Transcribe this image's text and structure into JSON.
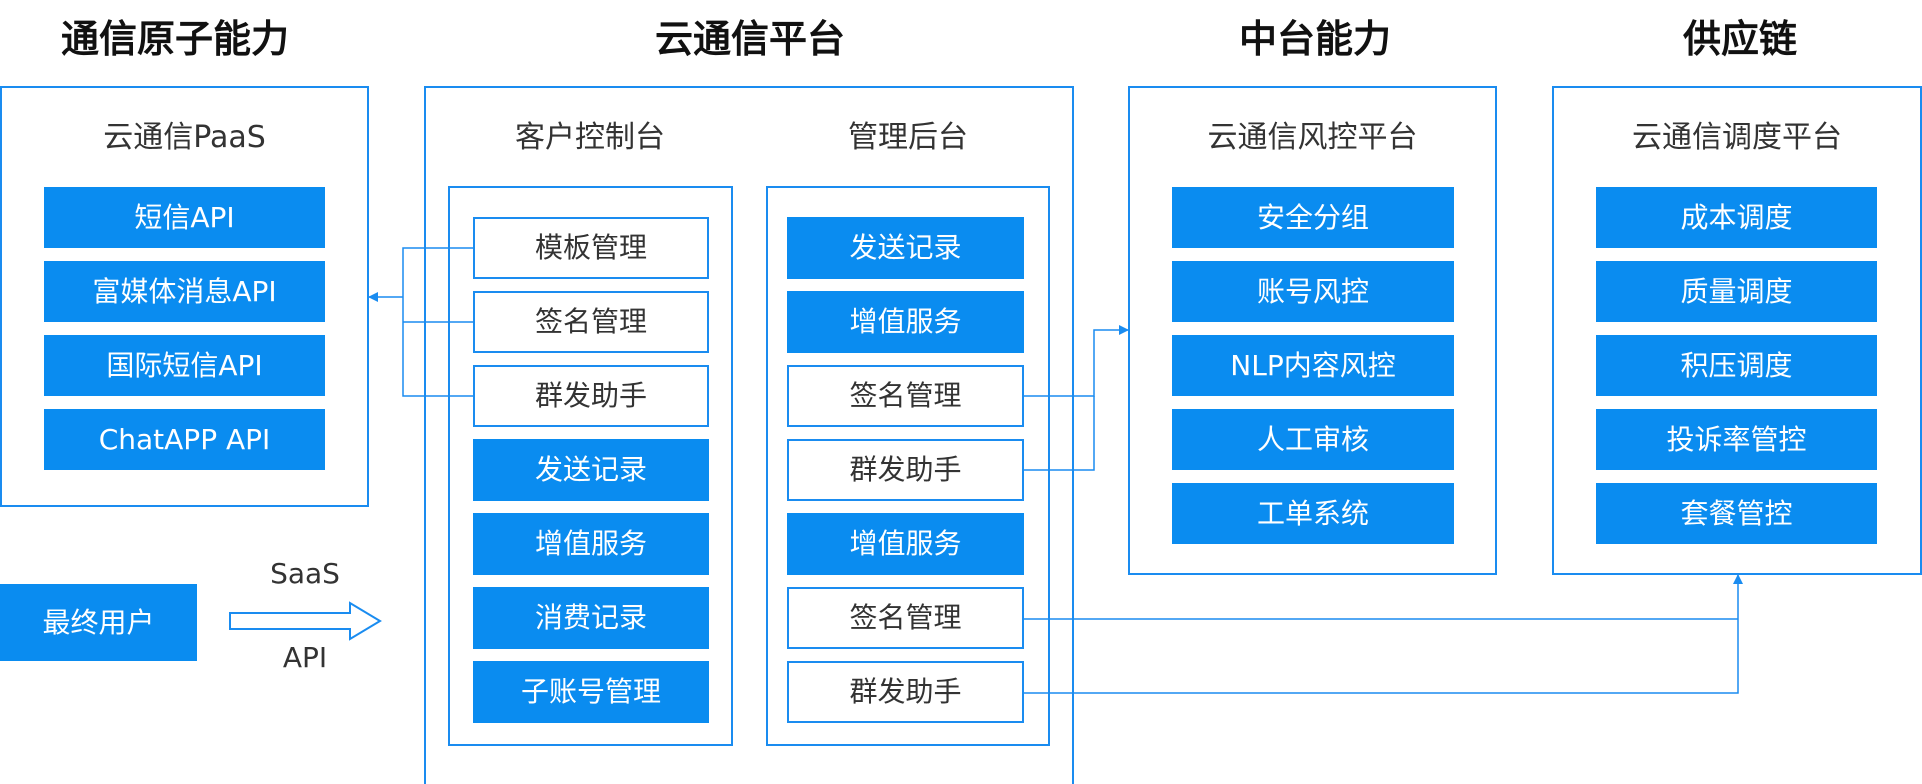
{
  "colors": {
    "accent": "#0a8cf0",
    "border": "#1a8cf0",
    "title_text": "#111111",
    "body_text": "#333333"
  },
  "columns": {
    "atomic": {
      "title": "通信原子能力",
      "panel_title": "云通信PaaS",
      "items": [
        "短信API",
        "富媒体消息API",
        "国际短信API",
        "ChatAPP API"
      ]
    },
    "platform": {
      "title": "云通信平台",
      "customer_console": {
        "title": "客户控制台",
        "items": [
          {
            "label": "模板管理",
            "style": "outline"
          },
          {
            "label": "签名管理",
            "style": "outline"
          },
          {
            "label": "群发助手",
            "style": "outline"
          },
          {
            "label": "发送记录",
            "style": "filled"
          },
          {
            "label": "增值服务",
            "style": "filled"
          },
          {
            "label": "消费记录",
            "style": "filled"
          },
          {
            "label": "子账号管理",
            "style": "filled"
          }
        ]
      },
      "admin_backend": {
        "title": "管理后台",
        "items": [
          {
            "label": "发送记录",
            "style": "filled"
          },
          {
            "label": "增值服务",
            "style": "filled"
          },
          {
            "label": "签名管理",
            "style": "outline"
          },
          {
            "label": "群发助手",
            "style": "outline"
          },
          {
            "label": "增值服务",
            "style": "filled"
          },
          {
            "label": "签名管理",
            "style": "outline"
          },
          {
            "label": "群发助手",
            "style": "outline"
          }
        ]
      }
    },
    "middle": {
      "title": "中台能力",
      "panel_title": "云通信风控平台",
      "items": [
        "安全分组",
        "账号风控",
        "NLP内容风控",
        "人工审核",
        "工单系统"
      ]
    },
    "supply": {
      "title": "供应链",
      "panel_title": "云通信调度平台",
      "items": [
        "成本调度",
        "质量调度",
        "积压调度",
        "投诉率管控",
        "套餐管控"
      ]
    }
  },
  "end_user": {
    "label": "最终用户",
    "access_top": "SaaS",
    "access_bottom": "API"
  }
}
